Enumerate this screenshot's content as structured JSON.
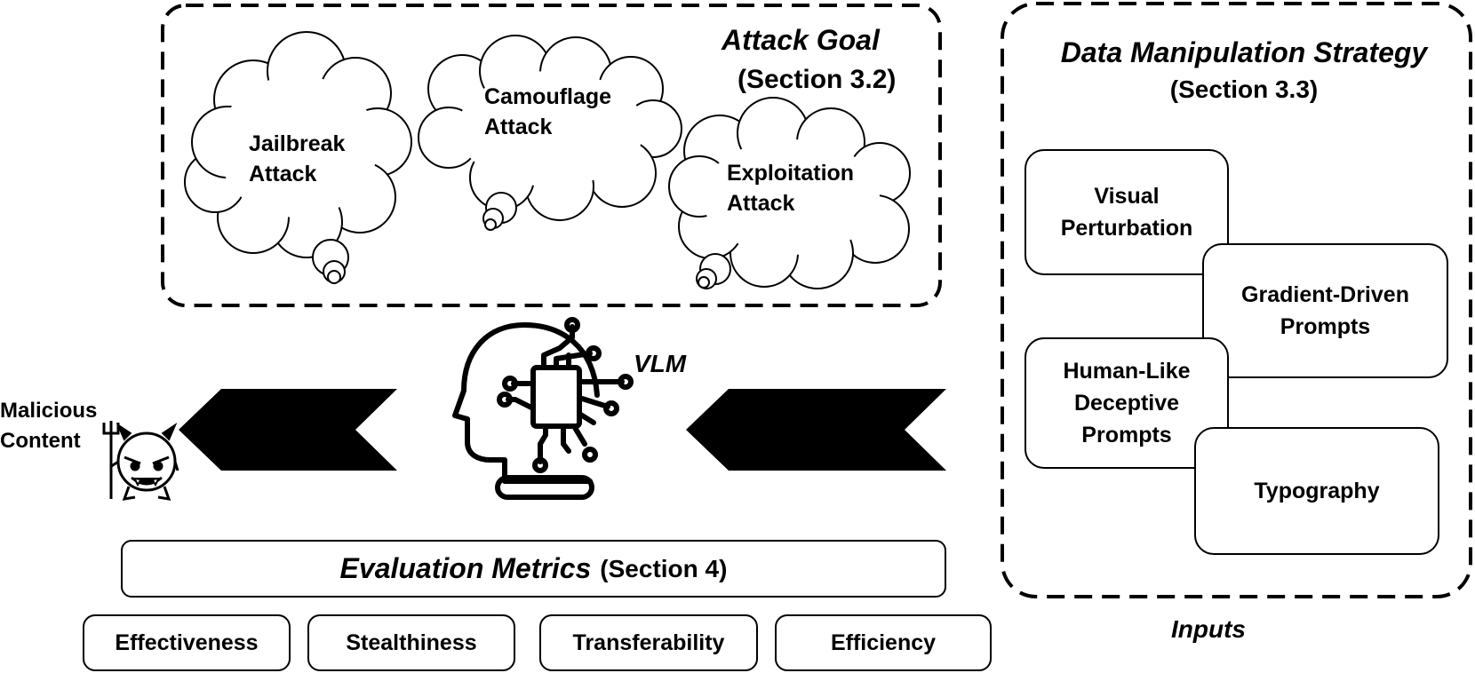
{
  "attack_goal": {
    "title": "Attack Goal",
    "section": "(Section 3.2)",
    "clouds": [
      {
        "line1": "Jailbreak",
        "line2": "Attack"
      },
      {
        "line1": "Camouflage",
        "line2": "Attack"
      },
      {
        "line1": "Exploitation",
        "line2": "Attack"
      }
    ]
  },
  "data_manipulation": {
    "title": "Data Manipulation Strategy",
    "section": "(Section 3.3)",
    "strategies": [
      {
        "line1": "Visual",
        "line2": "Perturbation"
      },
      {
        "line1": "Gradient-Driven",
        "line2": "Prompts"
      },
      {
        "line1": "Human-Like",
        "line2": "Deceptive",
        "line3": "Prompts"
      },
      {
        "line1": "Typography"
      }
    ]
  },
  "inputs_label": "Inputs",
  "vlm_label": "VLM",
  "malicious": {
    "line1": "Malicious",
    "line2": "Content"
  },
  "evaluation": {
    "title": "Evaluation Metrics",
    "section": "(Section 4)",
    "metrics": [
      "Effectiveness",
      "Stealthiness",
      "Transferability",
      "Efficiency"
    ]
  }
}
